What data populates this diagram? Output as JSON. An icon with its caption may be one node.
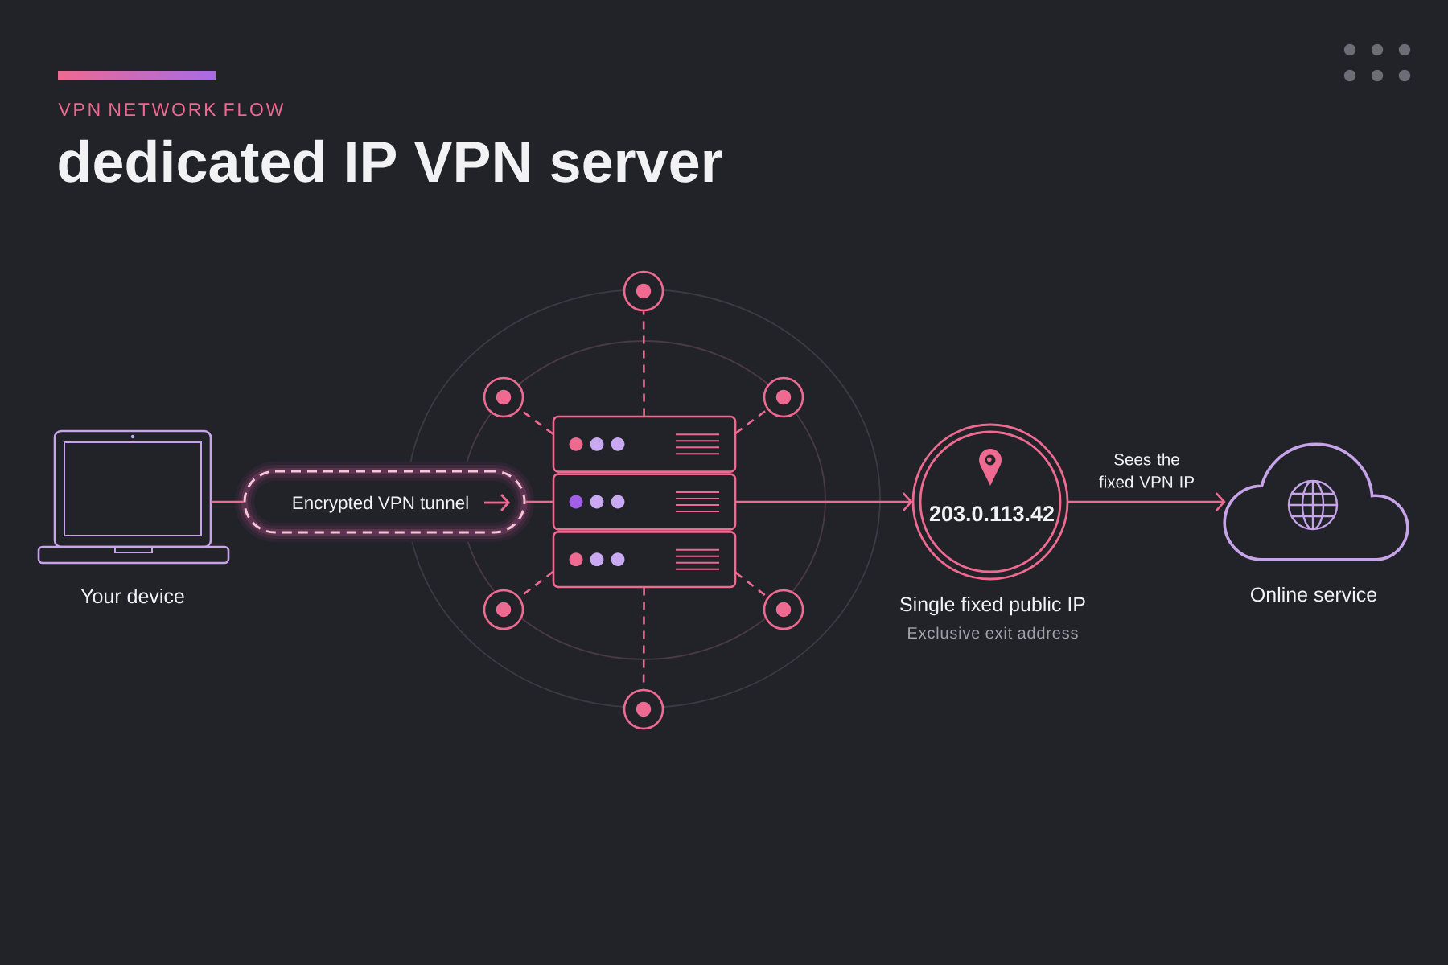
{
  "diagram": {
    "title": "dedicated IP VPN server",
    "nodes": [
      {
        "text": [],
        "shape": "laptop",
        "beside": [
          "Your device"
        ]
      },
      {
        "text": [
          "Encrypted VPN tunnel"
        ]
      },
      {
        "text": [],
        "shape": "server"
      },
      {
        "text": [],
        "shape": "circle"
      },
      {
        "text": [],
        "shape": "circle"
      },
      {
        "text": [],
        "shape": "circle"
      },
      {
        "text": [],
        "shape": "circle"
      },
      {
        "text": [],
        "shape": "circle"
      },
      {
        "text": [],
        "shape": "circle"
      },
      {
        "text": [
          "203.0.113.42"
        ],
        "beside": [
          "Single fixed public IP",
          "Exclusive exit address"
        ]
      },
      {
        "text": [],
        "shape": "cloud",
        "beside": [
          "Online service"
        ]
      }
    ],
    "edges": [
      {
        "from": 0,
        "to": 1,
        "arrow": "none"
      },
      {
        "from": 1,
        "to": 2,
        "arrow": "none"
      },
      {
        "from": 2,
        "to": 3,
        "arrow": "none",
        "style": "dashed"
      },
      {
        "from": 2,
        "to": 4,
        "arrow": "none",
        "style": "dashed"
      },
      {
        "from": 2,
        "to": 5,
        "arrow": "none",
        "style": "dashed"
      },
      {
        "from": 2,
        "to": 6,
        "arrow": "none",
        "style": "dashed"
      },
      {
        "from": 2,
        "to": 7,
        "arrow": "none",
        "style": "dashed"
      },
      {
        "from": 2,
        "to": 8,
        "arrow": "none",
        "style": "dashed"
      },
      {
        "from": 2,
        "to": 9,
        "arrow": "to"
      },
      {
        "from": 9,
        "to": 10,
        "arrow": "to",
        "label": "Sees the fixed VPN IP"
      }
    ],
    "labels": [
      "VPN NETWORK FLOW"
    ]
  }
}
